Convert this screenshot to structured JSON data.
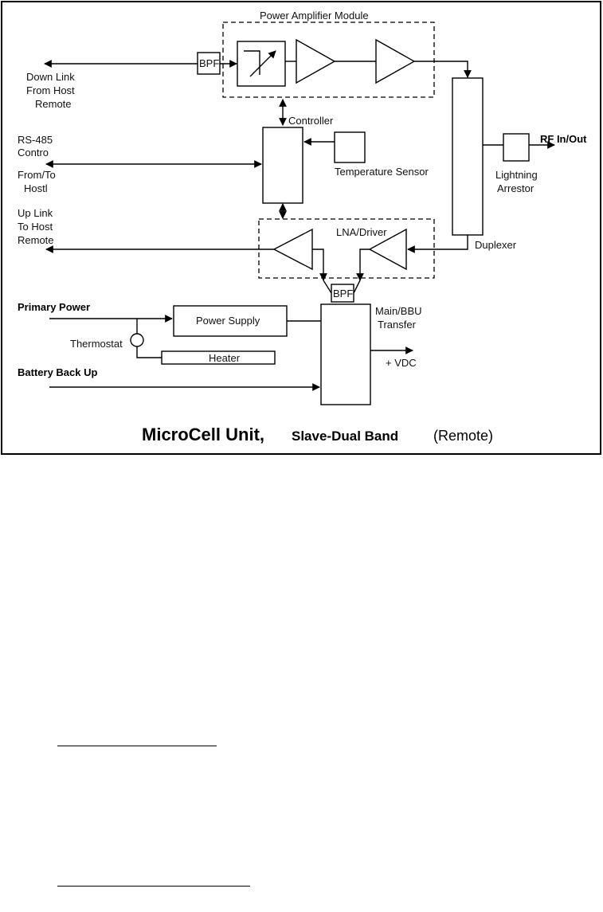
{
  "diagram": {
    "modules": {
      "power_amplifier": "Power Amplifier Module",
      "controller": "Controller",
      "temperature_sensor": "Temperature Sensor",
      "lna_driver": "LNA/Driver",
      "duplexer": "Duplexer",
      "lightning_arrestor_1": "Lightning",
      "lightning_arrestor_2": "Arrestor",
      "bpf_top": "BPF",
      "bpf_bottom": "BPF",
      "power_supply": "Power Supply",
      "heater": "Heater",
      "thermostat": "Thermostat",
      "main_bbu_1": "Main/BBU",
      "main_bbu_2": "Transfer"
    },
    "ports": {
      "down_link": [
        "Down Link",
        "From Host",
        "Remote"
      ],
      "rs485": [
        "RS-485",
        "Contro"
      ],
      "from_to_host": [
        "From/To",
        "Hostl"
      ],
      "up_link": [
        "Up Link",
        "To Host",
        "Remote"
      ],
      "rf_in_out": "RF In/Out",
      "primary_power": "Primary Power",
      "battery_back_up": "Battery Back Up",
      "vdc": "+ VDC"
    },
    "title": {
      "main": "MicroCell Unit,",
      "sub": "Slave-Dual Band",
      "paren": "(Remote)"
    }
  },
  "colors": {
    "frame_bg": "#ffffff",
    "ink": "#000000"
  }
}
